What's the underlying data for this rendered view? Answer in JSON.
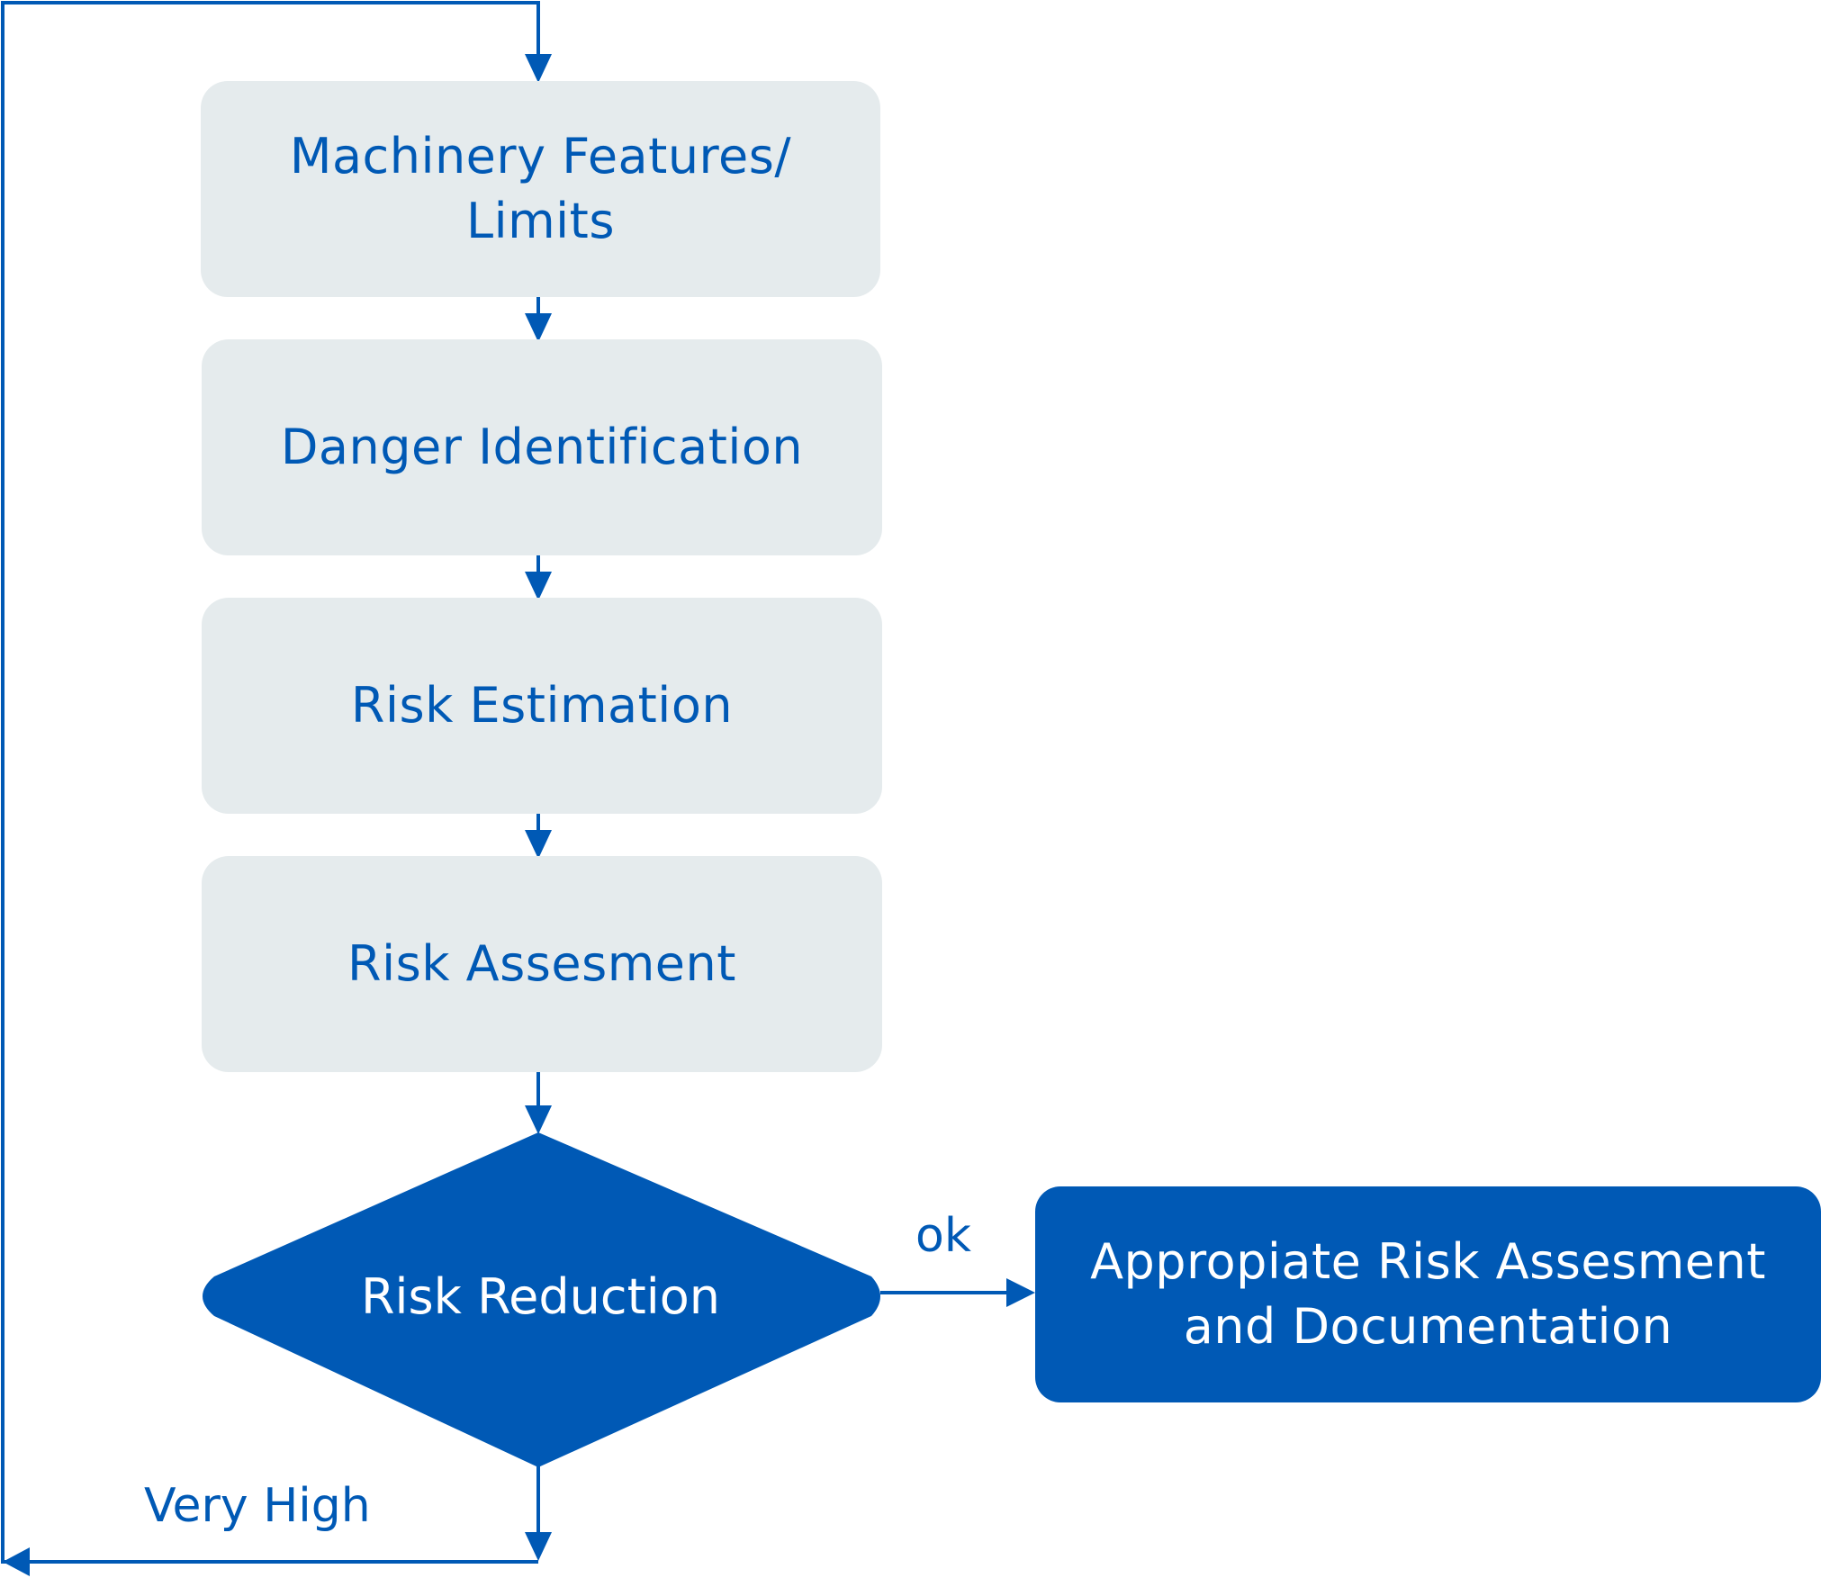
{
  "colors": {
    "primary": "#0059b5",
    "box_fill": "#e5ebed",
    "background": "#ffffff"
  },
  "nodes": {
    "machinery": {
      "line1": "Machinery Features/",
      "line2": "Limits"
    },
    "danger": {
      "label": "Danger Identification"
    },
    "estimation": {
      "label": "Risk Estimation"
    },
    "assessment": {
      "label": "Risk Assesment"
    },
    "reduction": {
      "label": "Risk Reduction"
    },
    "documentation": {
      "line1": "Appropiate Risk Assesment",
      "line2": "and Documentation"
    }
  },
  "edges": {
    "ok_label": "ok",
    "very_high_label": "Very High"
  }
}
